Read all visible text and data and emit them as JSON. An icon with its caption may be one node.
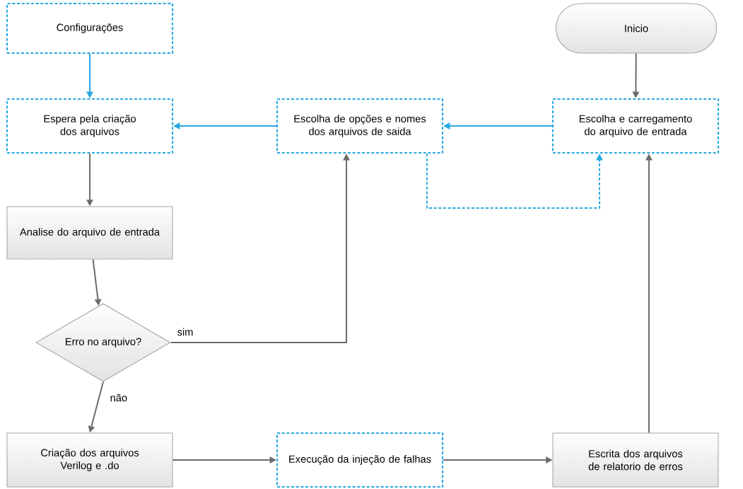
{
  "diagram": {
    "nodes": [
      {
        "text": [
          "Configurações"
        ]
      },
      {
        "text": [
          "Inicio"
        ]
      },
      {
        "text": [
          "Espera pela criação dos arquivos"
        ]
      },
      {
        "text": [
          "Escolha de opções e nomes dos arquivos de saida"
        ]
      },
      {
        "text": [
          "Escolha e carregamento do arquivo de entrada"
        ]
      },
      {
        "text": [
          "Analise do arquivo de entrada"
        ]
      },
      {
        "text": [
          "Erro no arquivo?"
        ]
      },
      {
        "text": [
          "Criação dos arquivos Verilog e .do"
        ]
      },
      {
        "text": [
          "Execução da injeção de falhas"
        ]
      },
      {
        "text": [
          "Escrita dos arquivos de relatorio de erros"
        ]
      }
    ],
    "edges": [
      {
        "from": 0,
        "to": 2,
        "arrow": "to",
        "color": "#29a8e0"
      },
      {
        "from": 1,
        "to": 4,
        "arrow": "to"
      },
      {
        "from": 4,
        "to": 3,
        "arrow": "to",
        "color": "#29a8e0"
      },
      {
        "from": 3,
        "to": 2,
        "arrow": "to",
        "color": "#29a8e0"
      },
      {
        "from": 2,
        "to": 5,
        "arrow": "to"
      },
      {
        "from": 5,
        "to": 6,
        "arrow": "to"
      },
      {
        "from": 6,
        "to": 3,
        "arrow": "to",
        "label": "sim"
      },
      {
        "from": 6,
        "to": 7,
        "arrow": "to",
        "label": "não"
      },
      {
        "from": 7,
        "to": 8,
        "arrow": "to"
      },
      {
        "from": 8,
        "to": 9,
        "arrow": "to"
      },
      {
        "from": 9,
        "to": 4,
        "arrow": "to"
      },
      {
        "from": 3,
        "to": 4,
        "arrow": "to",
        "style": "dashed",
        "color": "#29a8e0"
      }
    ]
  }
}
